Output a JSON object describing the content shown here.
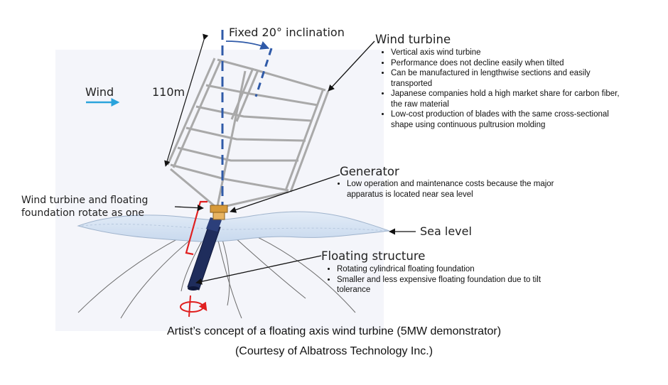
{
  "labels": {
    "inclination": "Fixed 20° inclination",
    "wind": "Wind",
    "height": "110m",
    "rotate_line1": "Wind turbine and floating",
    "rotate_line2": "foundation rotate as one",
    "sea_level": "Sea level"
  },
  "wind_turbine": {
    "heading": "Wind turbine",
    "bullets": [
      "Vertical axis wind turbine",
      "Performance does not decline easily when tilted",
      "Can be manufactured in lengthwise sections and easily transported",
      "Japanese companies hold a high market share for carbon fiber, the raw material",
      "Low-cost production of blades with the same cross-sectional shape using continuous pultrusion molding"
    ]
  },
  "generator": {
    "heading": "Generator",
    "bullets": [
      "Low operation and maintenance costs because the major apparatus is located near sea level"
    ]
  },
  "floating_structure": {
    "heading": "Floating structure",
    "bullets": [
      "Rotating cylindrical floating foundation",
      "Smaller and less expensive floating foundation due to tilt tolerance"
    ]
  },
  "caption": {
    "line1": "Artist’s concept of a floating axis wind turbine (5MW demonstrator)",
    "line2": "(Courtesy of Albatross Technology Inc.)"
  },
  "colors": {
    "wind_arrow": "#2aa3dc",
    "axis_dashed": "#3a62b0",
    "rotate_bracket": "#e02020",
    "generator": "#d79a3a",
    "float_body": "#1f2d5c",
    "sea": "#cfe0f1"
  }
}
